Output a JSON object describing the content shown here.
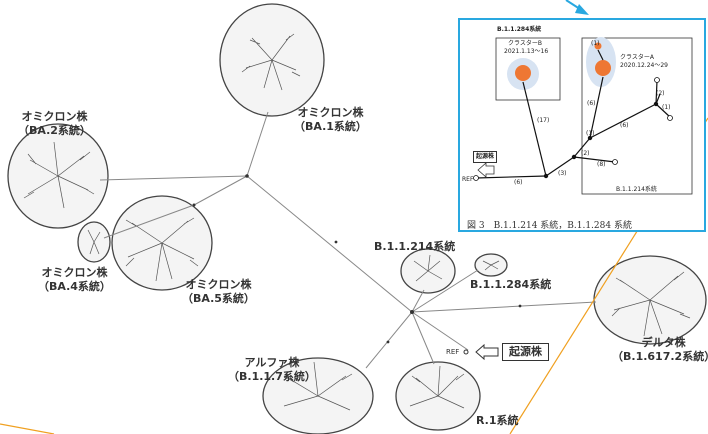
{
  "diagram": {
    "clusters": {
      "ba1": {
        "name": "オミクロン株",
        "lineage": "（BA.1系統）"
      },
      "ba2": {
        "name": "オミクロン株",
        "lineage": "（BA.2系統）"
      },
      "ba4": {
        "name": "オミクロン株",
        "lineage": "（BA.4系統）"
      },
      "ba5": {
        "name": "オミクロン株",
        "lineage": "（BA.5系統）"
      },
      "b11214": {
        "lineage": "B.1.1.214系統"
      },
      "b11284": {
        "lineage": "B.1.1.284系統"
      },
      "delta": {
        "name": "デルタ株",
        "lineage": "（B.1.617.2系統）"
      },
      "alpha": {
        "name": "アルファ株",
        "lineage": "（B.1.1.7系統）"
      },
      "r1": {
        "lineage": "R.1系統"
      }
    },
    "root": {
      "ref": "REF",
      "origin_label": "起源株"
    },
    "inset": {
      "top_label": "B.1.1.284系統",
      "cluster_b": {
        "name": "クラスターB",
        "dates": "2021.1.13～16"
      },
      "cluster_a": {
        "name": "クラスターA",
        "dates": "2020.12.24～29"
      },
      "bottom_label": "B.1.1.214系統",
      "ref": "REF",
      "origin_label": "起源株",
      "edges": [
        "(1)",
        "(6)",
        "(17)",
        "(2)",
        "(1)",
        "(6)",
        "(2)",
        "(8)",
        "(3)",
        "(6)",
        "(1)"
      ],
      "caption": "図 3　B.1.1.214 系統，B.1.1.284 系統"
    },
    "colors": {
      "accent_blue": "#29a8e0",
      "accent_orange": "#f0a020",
      "node_orange": "#ee7733"
    }
  }
}
